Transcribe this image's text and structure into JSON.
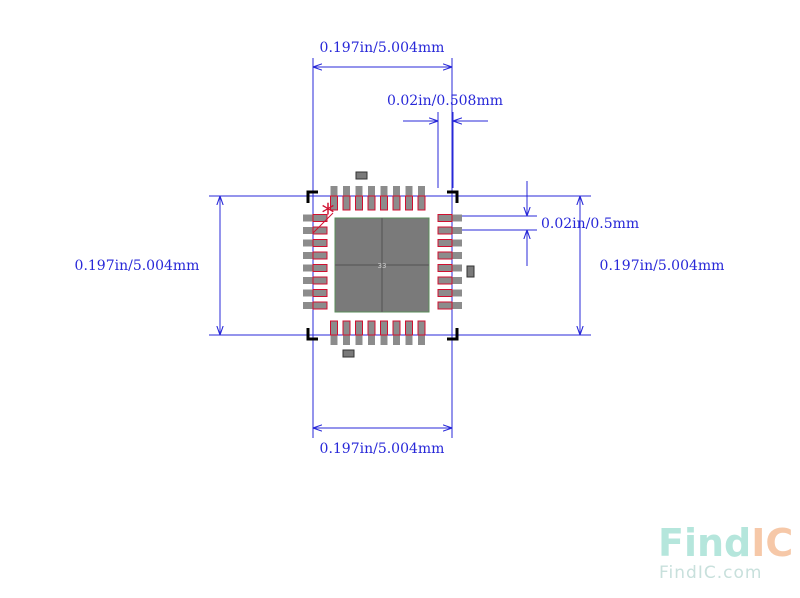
{
  "dimensions": {
    "top_width": "0.197in/5.004mm",
    "pin_width": "0.02in/0.508mm",
    "pin_pitch": "0.02in/0.5mm",
    "left_height": "0.197in/5.004mm",
    "right_height": "0.197in/5.004mm",
    "bottom_width": "0.197in/5.004mm"
  },
  "package": {
    "pins_per_side": 8,
    "center_pad_label": "33",
    "pin1_marker": "*"
  },
  "watermark": {
    "logo_left": "Find",
    "logo_right": "IC",
    "url": "FindIC.com"
  },
  "colors": {
    "dimension": "#2828d8",
    "pad_fill": "#8c8c8c",
    "pad_outline": "#d01030",
    "courtyard_corner": "#000000",
    "center_pad": "#7a7a7a",
    "watermark_teal": "#b5e6dc",
    "watermark_orange": "#f6c8a8"
  }
}
